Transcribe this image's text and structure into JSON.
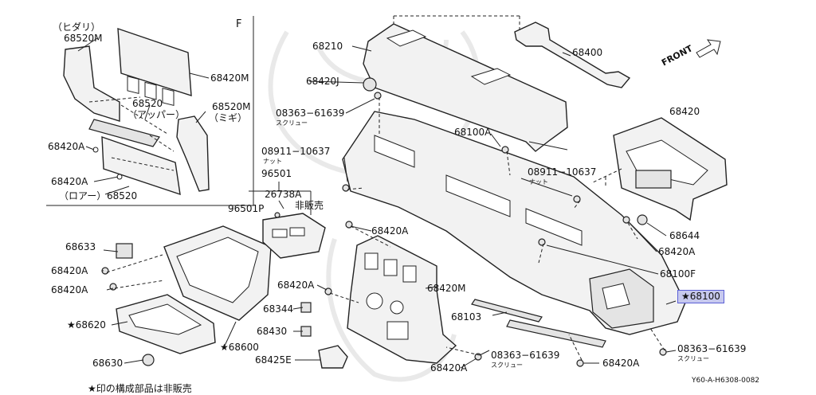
{
  "inset": {
    "letter": "F"
  },
  "labels": {
    "hidari": "（ヒダリ）",
    "p68520M_left": "68520M",
    "p68420M_inset": "68420M",
    "p68520": "68520",
    "upper": "（アッパー）",
    "p68520M_right": "68520M",
    "migi": "（ミギ）",
    "p68420A_inset1": "68420A",
    "p68420A_inset2": "68420A",
    "lower": "（ロアー）",
    "p68520_lower": "68520",
    "p68210": "68210",
    "p68400": "68400",
    "front": "FRONT",
    "p68420J": "68420J",
    "p08363_top": "08363−61639",
    "screw_top": "スクリュー",
    "p68100A": "68100A",
    "p68420": "68420",
    "p08911_left": "08911−10637",
    "nut_left": "ナット",
    "p96501": "96501",
    "p08911_right": "08911−10637",
    "nut_right": "ナット",
    "p26738A": "26738A",
    "p96501P": "96501P",
    "not_for_sale": "非販売",
    "p68420A_mid": "68420A",
    "p68633": "68633",
    "p68420A_l1": "68420A",
    "p68420A_l2": "68420A",
    "p68644": "68644",
    "p68420A_r": "68420A",
    "p68100F": "68100F",
    "p68420M_main": "68420M",
    "p68420A_c": "68420A",
    "p68100": "★68100",
    "p68620": "★68620",
    "p68344": "68344",
    "p68103": "68103",
    "p68430": "68430",
    "p68600": "★68600",
    "p08363_bot_mid": "08363−61639",
    "screw_bot_mid": "スクリュー",
    "p08363_bot_right": "08363−61639",
    "screw_bot_right": "スクリュー",
    "p68630": "68630",
    "p68425E": "68425E",
    "p68420A_b1": "68420A",
    "p68420A_b2": "68420A",
    "footnote": "★印の構成部品は非販売",
    "drawing_code": "Y60-A-H6308-0082"
  }
}
